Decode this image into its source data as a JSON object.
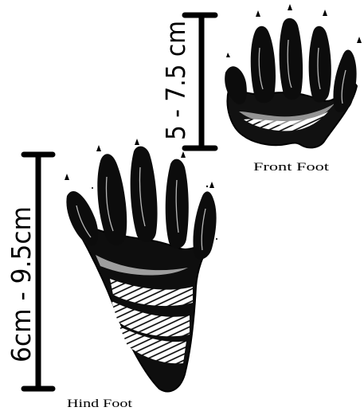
{
  "front_foot": {
    "caption": "Front Foot",
    "size_label": "5 - 7.5 cm"
  },
  "hind_foot": {
    "caption": "Hind Foot",
    "size_label": "6cm - 9.5cm"
  },
  "colors": {
    "ink": "#000000",
    "paper": "#ffffff"
  }
}
